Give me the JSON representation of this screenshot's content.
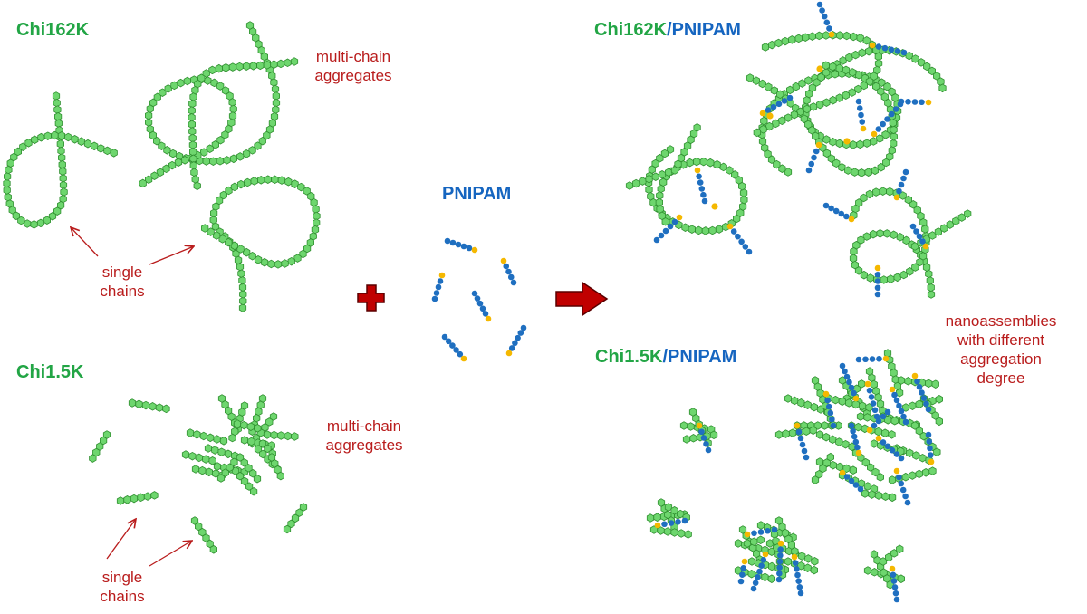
{
  "labels": {
    "chi162k": "Chi162K",
    "chi15k": "Chi1.5K",
    "pnipam": "PNIPAM",
    "combo162_chi": "Chi162K",
    "combo_slash": "/",
    "combo162_pn": "PNIPAM",
    "combo15_chi": "Chi1.5K",
    "combo15_pn": "PNIPAM",
    "agg_top": [
      "multi-chain",
      "aggregates"
    ],
    "agg_bottom": [
      "multi-chain",
      "aggregates"
    ],
    "single_top": [
      "single",
      "chains"
    ],
    "single_bottom": [
      "single",
      "chains"
    ],
    "nano": [
      "nanoassemblies",
      "with different",
      "aggregation",
      "degree"
    ]
  },
  "colors": {
    "chitosan": "#6ed66e",
    "chitosan_edge": "#2f8f2f",
    "pnipam": "#1f6fc0",
    "linker": "#f5b800",
    "annotation": "#b91c1c",
    "title_green": "#22a545",
    "title_blue": "#1565c0",
    "arrow_fill": "#c00000"
  },
  "symbols": {
    "plus": "plus-sign",
    "reaction_arrow": "right-arrow"
  }
}
